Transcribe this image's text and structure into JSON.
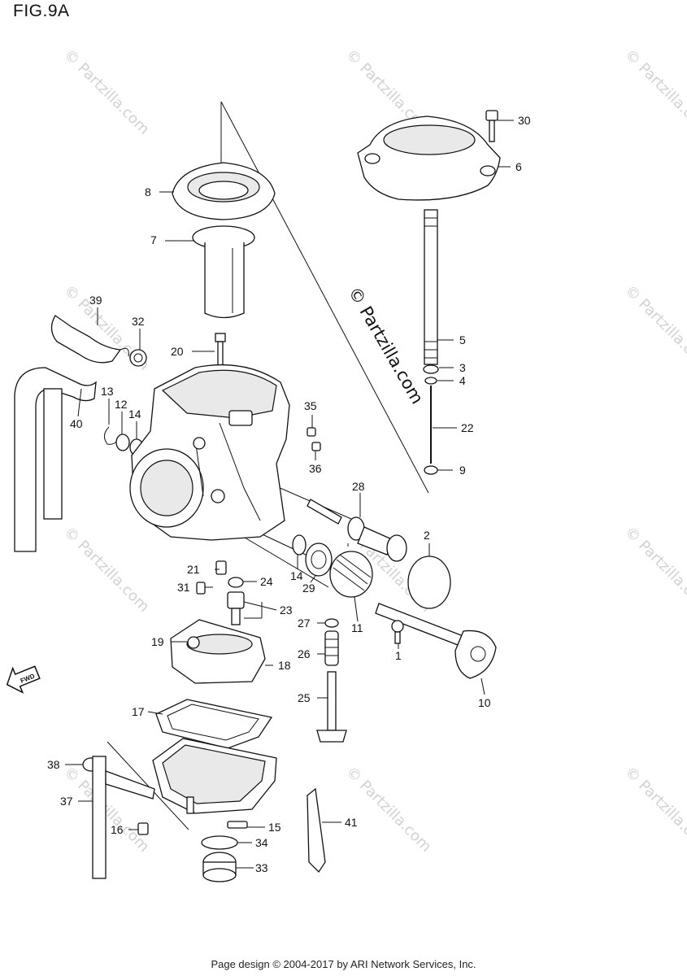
{
  "figure_title": "FIG.9A",
  "footer": "Page design © 2004-2017 by ARI Network Services, Inc.",
  "watermark": "© Partzilla.com",
  "fwd_arrow_label": "FWD",
  "callouts": {
    "p1": "1",
    "p2": "2",
    "p3": "3",
    "p4": "4",
    "p5": "5",
    "p6": "6",
    "p7": "7",
    "p8": "8",
    "p9": "9",
    "p10": "10",
    "p11": "11",
    "p12": "12",
    "p13": "13",
    "p14a": "14",
    "p14b": "14",
    "p15": "15",
    "p16": "16",
    "p17": "17",
    "p18": "18",
    "p19": "19",
    "p20": "20",
    "p21": "21",
    "p22": "22",
    "p23": "23",
    "p24": "24",
    "p25": "25",
    "p26": "26",
    "p27": "27",
    "p28": "28",
    "p29": "29",
    "p30": "30",
    "p31": "31",
    "p32": "32",
    "p33": "33",
    "p34": "34",
    "p35": "35",
    "p36": "36",
    "p37": "37",
    "p38": "38",
    "p39": "39",
    "p40": "40",
    "p41": "41"
  }
}
